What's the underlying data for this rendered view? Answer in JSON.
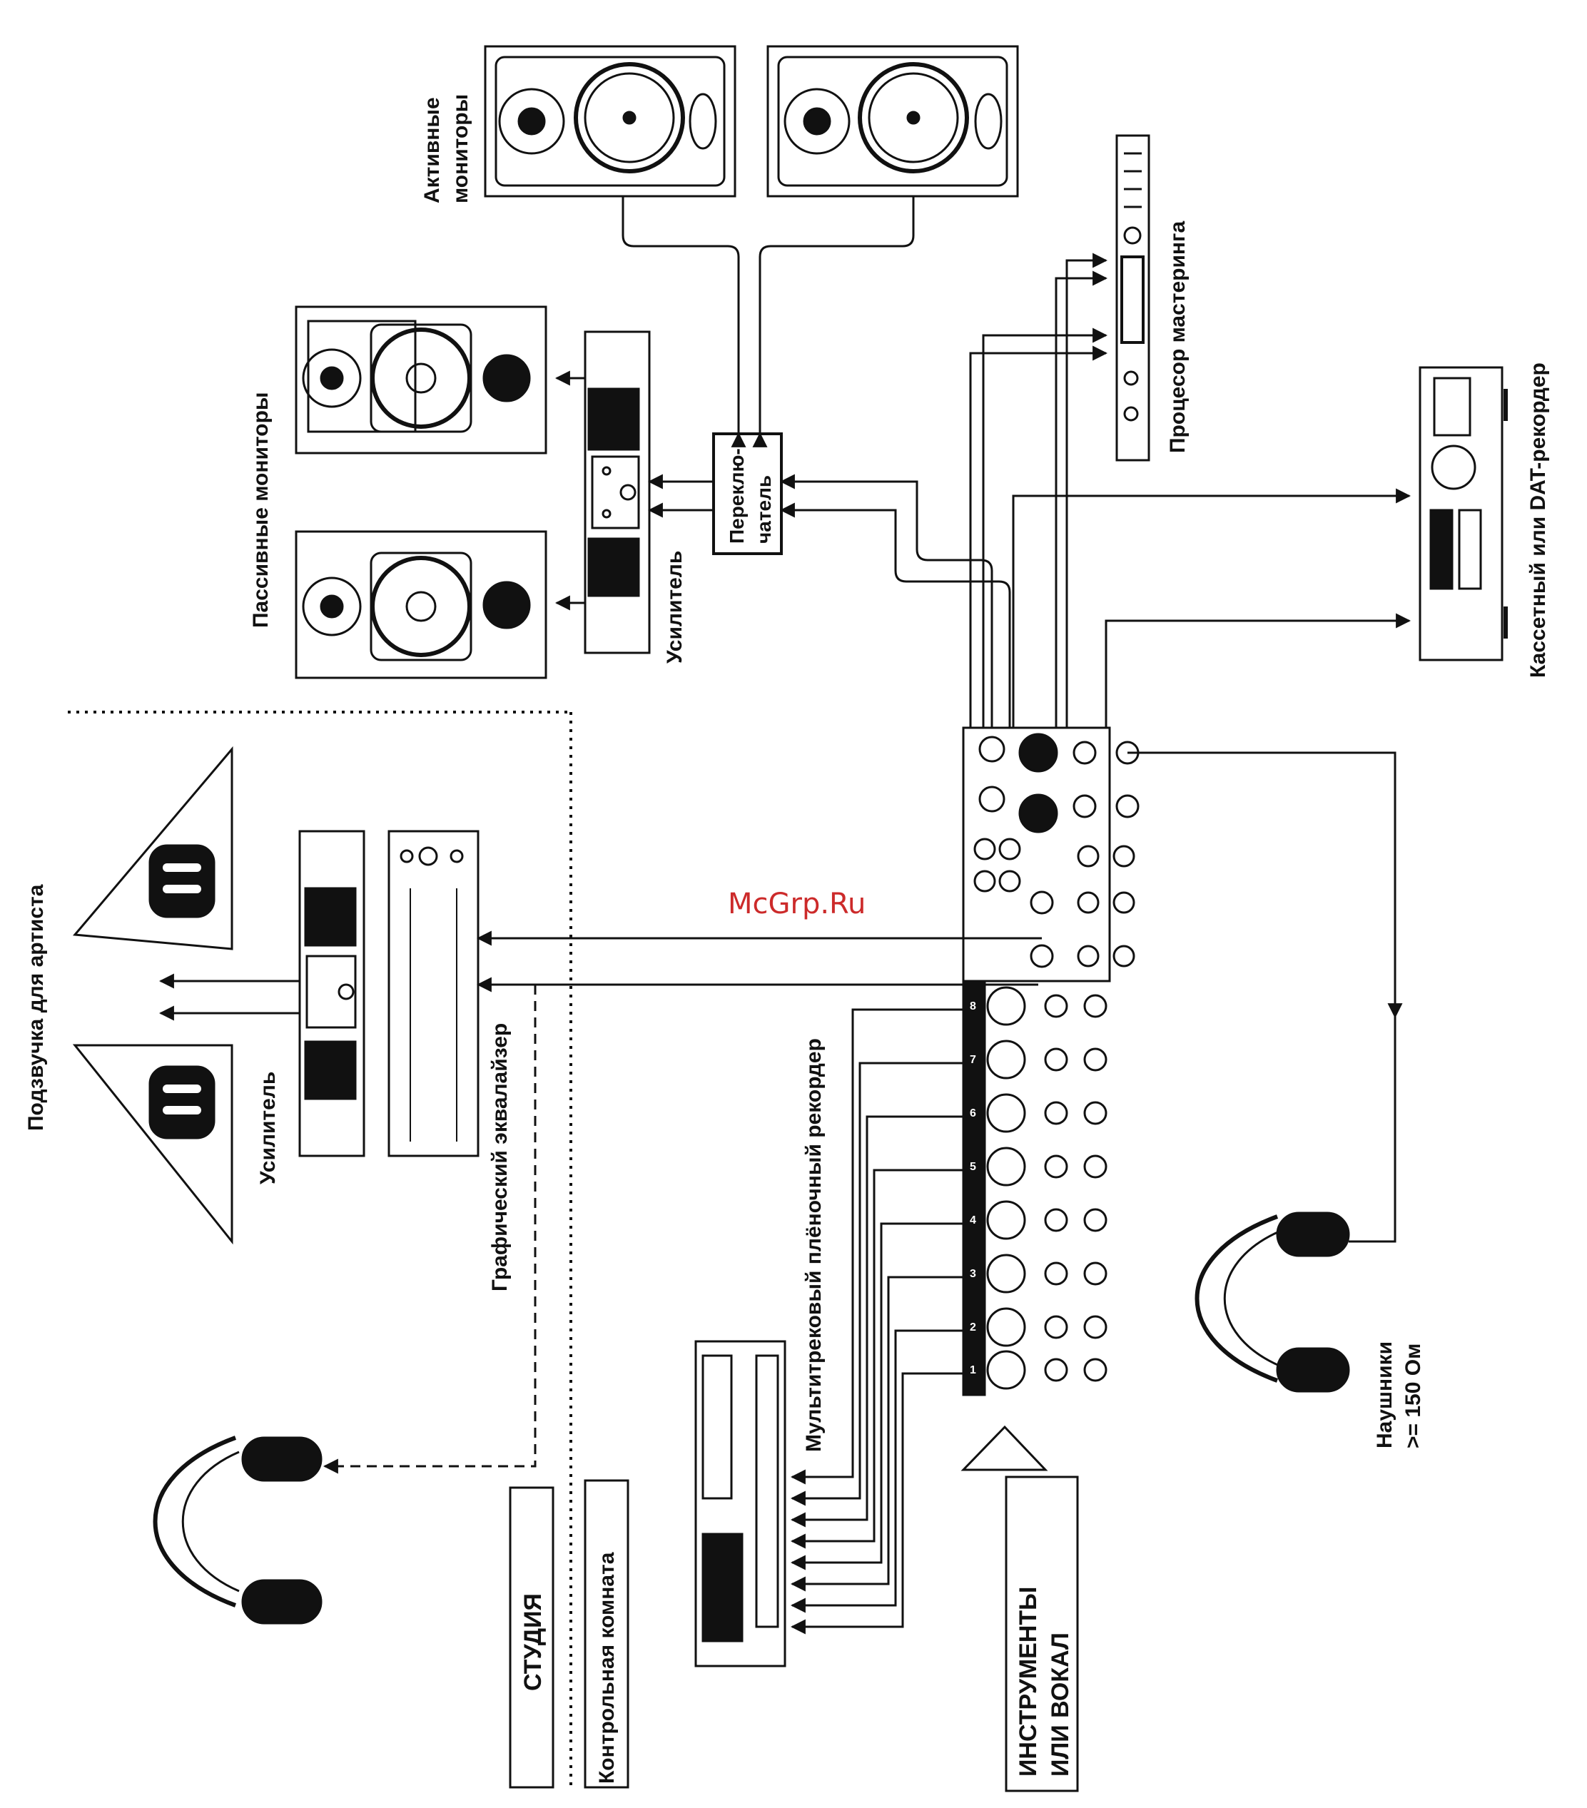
{
  "labels": {
    "active_monitors": [
      "Активные",
      "мониторы"
    ],
    "passive_monitors": "Пассивные мониторы",
    "amplifier_main": "Усилитель",
    "switcher": [
      "Переклю-",
      "чатель"
    ],
    "mastering_processor": "Процесор мастеринга",
    "cassette_dat": "Кассетный или DAT-рекордер",
    "artist_monitoring": "Подзвучка для артиста",
    "amplifier_artist": "Усилитель",
    "graphic_eq": "Графический эквалайзер",
    "multitrack": "Мультитрековый плёночный рекордер",
    "headphones": [
      "Наушники",
      ">= 150 Ом"
    ],
    "studio": "СТУДИЯ",
    "control_room": "Контрольная комната",
    "instruments_vocal": [
      "ИНСТРУМЕНТЫ",
      "ИЛИ ВОКАЛ"
    ],
    "watermark": "McGrp.Ru"
  },
  "mixer": {
    "channel_numbers": [
      "8",
      "7",
      "6",
      "5",
      "4",
      "3",
      "2",
      "1"
    ]
  },
  "colors": {
    "ink": "#111111",
    "watermark": "#cc2a2a",
    "background": "#ffffff"
  }
}
